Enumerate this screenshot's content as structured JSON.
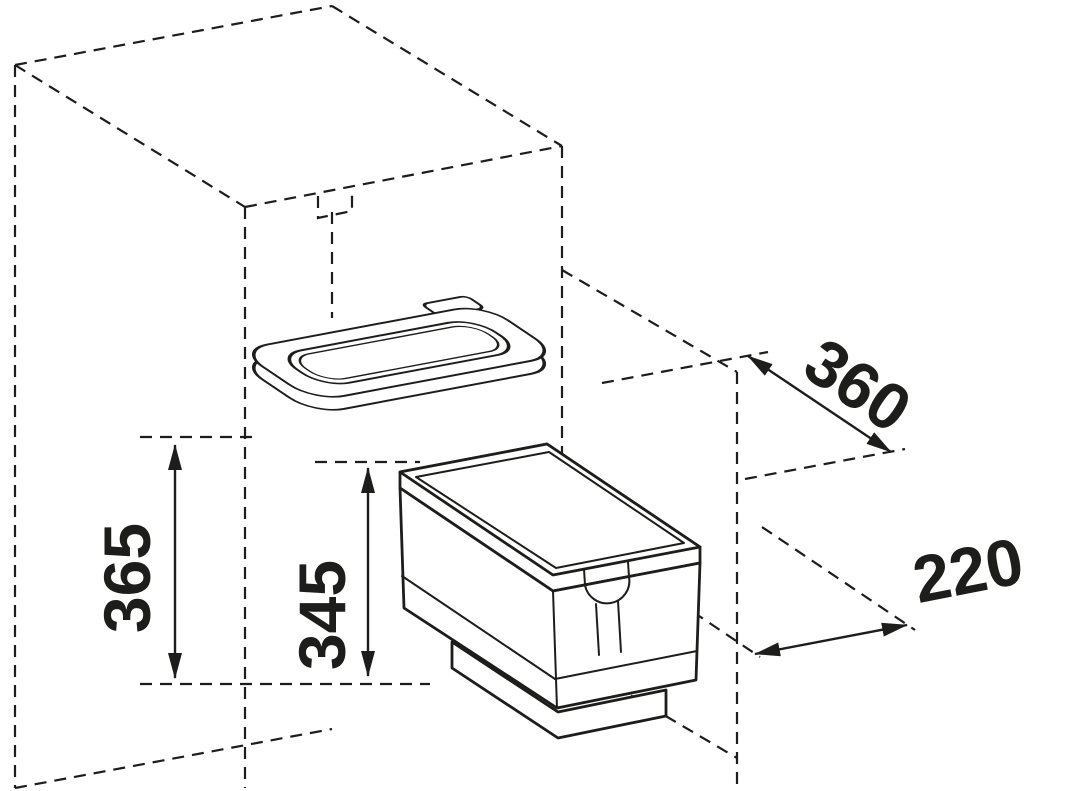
{
  "diagram": {
    "type": "technical-dimension-drawing",
    "subject": "pull-out waste bin with mounting frame inside kitchen base cabinet",
    "background": "#ffffff",
    "line_color": "#1d1d1b",
    "dimensions": {
      "depth": "360",
      "width": "220",
      "cabinet_interior_height": "365",
      "bin_height": "345"
    }
  }
}
